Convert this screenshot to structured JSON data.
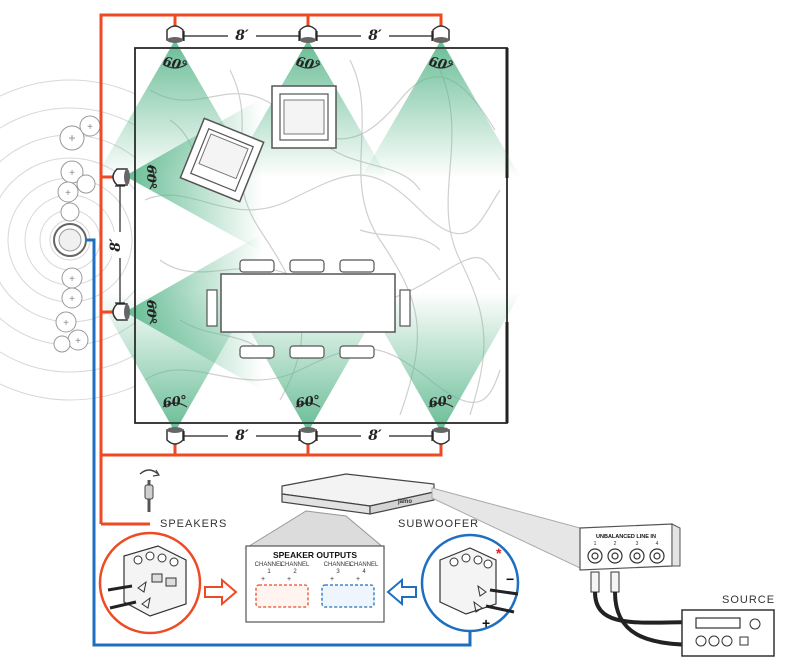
{
  "colors": {
    "speaker_wire": "#ee4a23",
    "sub_wire": "#1e6fbf",
    "cone": "#9fd3b8",
    "room_line": "#222222",
    "floor_pattern": "#c9c9c9"
  },
  "angles": {
    "top_left": "60°",
    "top_mid": "60°",
    "top_right": "60°",
    "left_upper": "60°",
    "left_lower": "60°",
    "bot_left": "60°",
    "bot_mid": "60°",
    "bot_right": "60°"
  },
  "spacing": {
    "top_a": "8′",
    "top_b": "8′",
    "left": "8′",
    "bot_a": "8′",
    "bot_b": "8′"
  },
  "labels": {
    "speakers": "SPEAKERS",
    "subwoofer": "SUBWOOFER",
    "source": "SOURCE",
    "speaker_outputs": "SPEAKER OUTPUTS",
    "channel_1_word": "CHANNEL",
    "channel_1_num": "1",
    "channel_2_word": "CHANNEL",
    "channel_2_num": "2",
    "channel_3_word": "CHANNEL",
    "channel_3_num": "3",
    "channel_4_word": "CHANNEL",
    "channel_4_num": "4",
    "plus": "+",
    "minus": "−",
    "unbalanced_line_in": "UNBALANCED LINE IN",
    "port_1": "1",
    "port_2": "2",
    "port_3": "3",
    "port_4": "4",
    "brand": "jamo",
    "asterisk": "*"
  },
  "sub_terminal_signs": {
    "minus": "−",
    "plus": "+"
  }
}
